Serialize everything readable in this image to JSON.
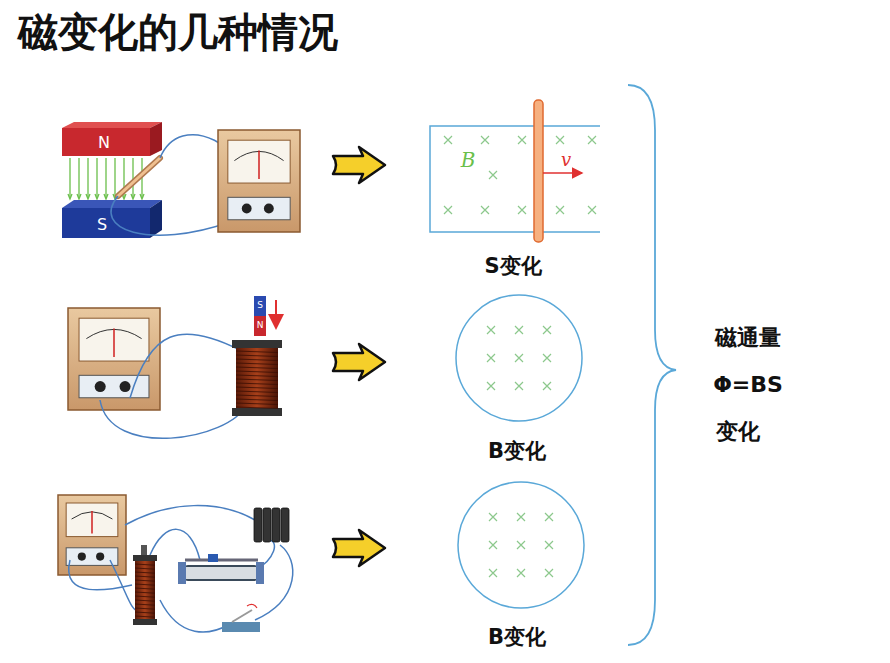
{
  "diagram": {
    "title": "磁变化的几种情况",
    "labels": [
      "N",
      "S",
      "S",
      "N",
      "B",
      "v",
      "S变化",
      "B变化",
      "B变化",
      "磁通量",
      "Φ=BS",
      "变化"
    ]
  }
}
